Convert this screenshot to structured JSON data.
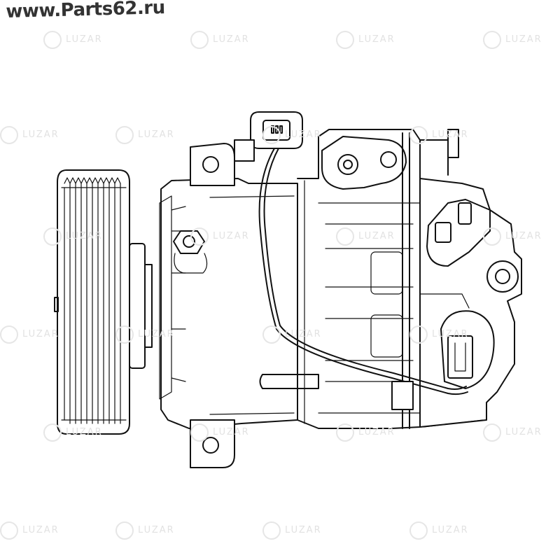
{
  "site_watermark": "www.Parts62.ru",
  "brand_watermark": "LUZAR",
  "subject": "compressor-drawing"
}
